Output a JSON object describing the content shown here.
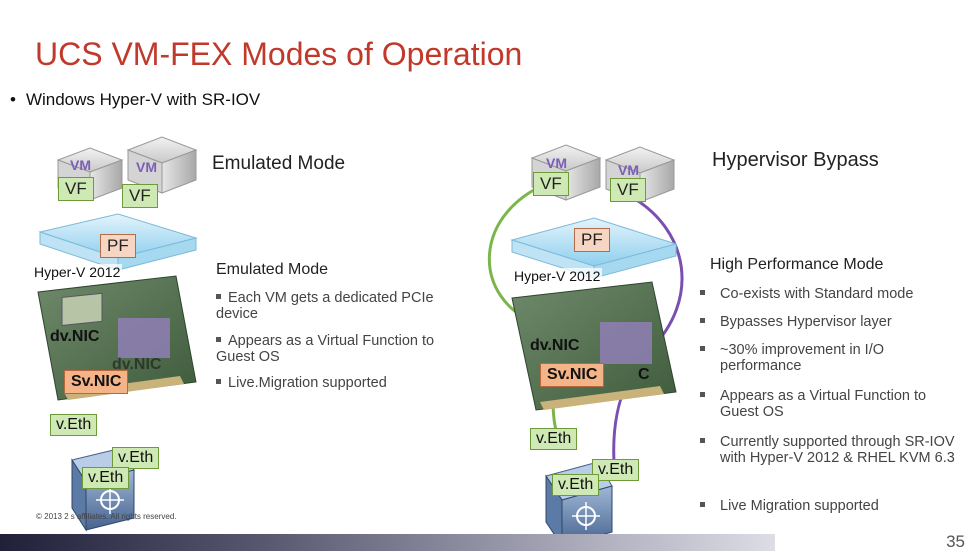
{
  "title": "UCS VM-FEX Modes of Operation",
  "subtitle_bullet": "Windows Hyper-V with SR-IOV",
  "left": {
    "mode_title": "Emulated Mode",
    "vm_labels": [
      "VF",
      "VF"
    ],
    "pf_label": "PF",
    "hypervisor_label": "Hyper-V 2012",
    "dvnic_label": "dv.NIC",
    "dvnic_ghost": "dv.NIC",
    "svnic_label": "Sv.NIC",
    "veth_labels": [
      "v.Eth",
      "v.Eth",
      "v.Eth"
    ],
    "section_heading": "Emulated Mode",
    "bullets": [
      "Each VM gets a dedicated PCIe device",
      "Appears as a Virtual Function to Guest OS",
      "Live.Migration supported"
    ]
  },
  "right": {
    "mode_title": "Hypervisor Bypass",
    "vm_labels": [
      "VF",
      "VF"
    ],
    "pf_label": "PF",
    "hypervisor_label": "Hyper-V 2012",
    "dvnic_label": "dv.NIC",
    "svnic_label": "Sv.NIC",
    "svnic_tail": "C",
    "veth_labels": [
      "v.Eth",
      "v.Eth",
      "v.Eth"
    ],
    "section_heading": "High Performance Mode",
    "bullets": [
      "Co-exists with Standard mode",
      "Bypasses Hypervisor layer",
      "~30% improvement in I/O performance",
      "Appears as a Virtual Function to Guest OS",
      "Currently supported through SR-IOV with Hyper-V 2012 & RHEL KVM 6.3",
      "Live Migration supported"
    ]
  },
  "footer": {
    "copyright": "© 2013 2                          s affiliates. All rights reserved.",
    "page_number": "35"
  },
  "colors": {
    "title": "#c0392b",
    "green_link": "#7ab648",
    "purple_link": "#7a4fb0",
    "vm_badge": "#cfe9b5",
    "svnic_badge": "#f4b488"
  }
}
